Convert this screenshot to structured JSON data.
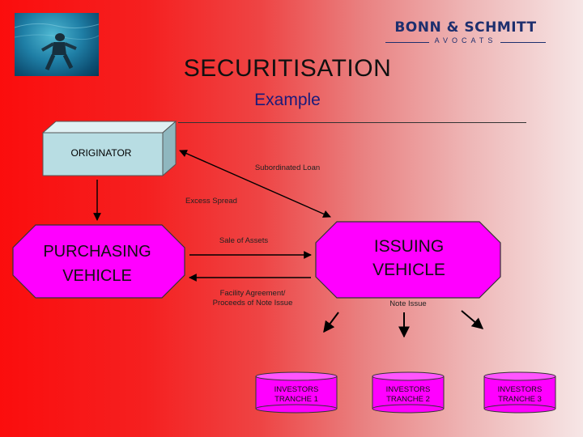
{
  "logo": {
    "name": "BONN & SCHMITT",
    "sub": "AVOCATS"
  },
  "slide": {
    "title": "SECURITISATION",
    "subtitle": "Example"
  },
  "diagram": {
    "originator": "ORIGINATOR",
    "purchasing_vehicle_line1": "PURCHASING",
    "purchasing_vehicle_line2": "VEHICLE",
    "issuing_vehicle_line1": "ISSUING",
    "issuing_vehicle_line2": "VEHICLE",
    "labels": {
      "subordinated_loan": "Subordinated Loan",
      "excess_spread": "Excess Spread",
      "sale_of_assets": "Sale of Assets",
      "facility_line1": "Facility Agreement/",
      "facility_line2": "Proceeds of Note Issue",
      "note_issue": "Note Issue"
    },
    "investors": [
      {
        "line1": "INVESTORS",
        "line2": "TRANCHE 1"
      },
      {
        "line1": "INVESTORS",
        "line2": "TRANCHE 2"
      },
      {
        "line1": "INVESTORS",
        "line2": "TRANCHE 3"
      }
    ]
  },
  "colors": {
    "originator_fill": "#b8dde3",
    "vehicle_fill": "#ff00ff",
    "logo_color": "#1d2f6e"
  }
}
